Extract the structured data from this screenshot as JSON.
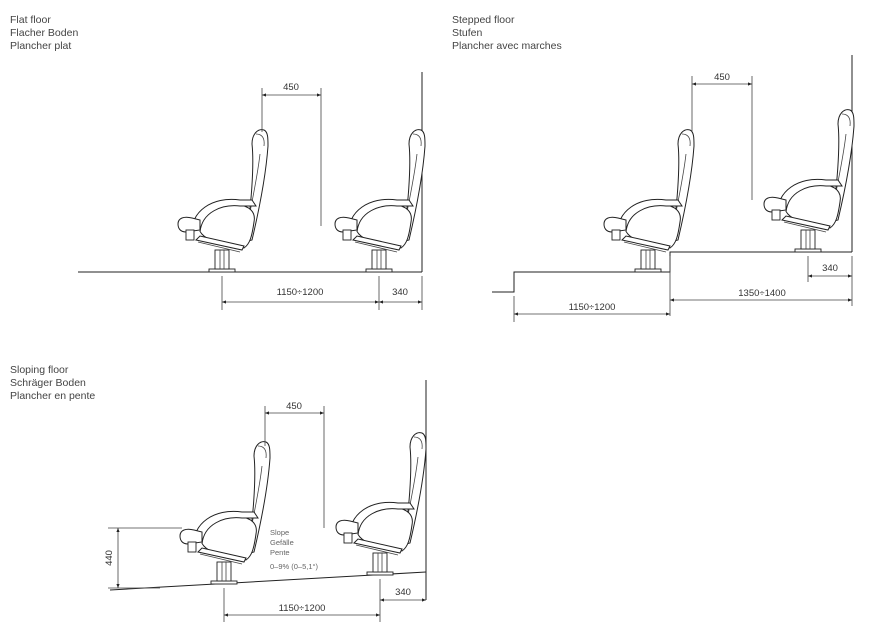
{
  "flat": {
    "title": [
      "Flat floor",
      "Flacher Boden",
      "Plancher plat"
    ],
    "dim_gap": "450",
    "dim_row": "1150÷1200",
    "dim_wall": "340"
  },
  "stepped": {
    "title": [
      "Stepped floor",
      "Stufen",
      "Plancher avec marches"
    ],
    "dim_gap": "450",
    "dim_row_low": "1150÷1200",
    "dim_row_high": "1350÷1400",
    "dim_wall": "340"
  },
  "sloping": {
    "title": [
      "Sloping floor",
      "Schräger Boden",
      "Plancher en pente"
    ],
    "dim_gap": "450",
    "dim_row": "1150÷1200",
    "dim_wall": "340",
    "dim_height": "440",
    "slope_label": [
      "Slope",
      "Gefälle",
      "Pente"
    ],
    "slope_value": "0–9% (0–5,1°)"
  }
}
